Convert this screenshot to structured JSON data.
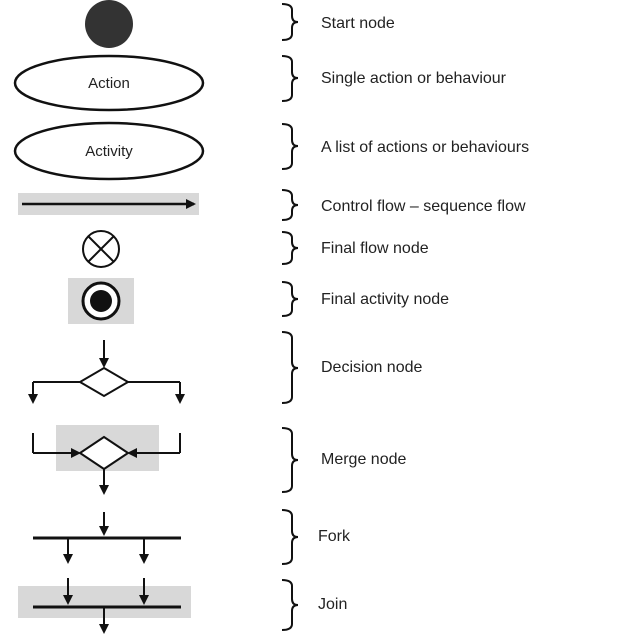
{
  "legend": {
    "labels": [
      "Start node",
      "Single action or behaviour",
      "A list of actions or behaviours",
      "Control flow – sequence flow",
      "Final flow node",
      "Final activity node",
      "Decision node",
      "Merge node",
      "Fork",
      "Join"
    ],
    "symbol_text": {
      "action": "Action",
      "activity": "Activity"
    }
  },
  "colors": {
    "stroke": "#111111",
    "fill_dark": "#333333",
    "shade": "#d8d8d8"
  }
}
